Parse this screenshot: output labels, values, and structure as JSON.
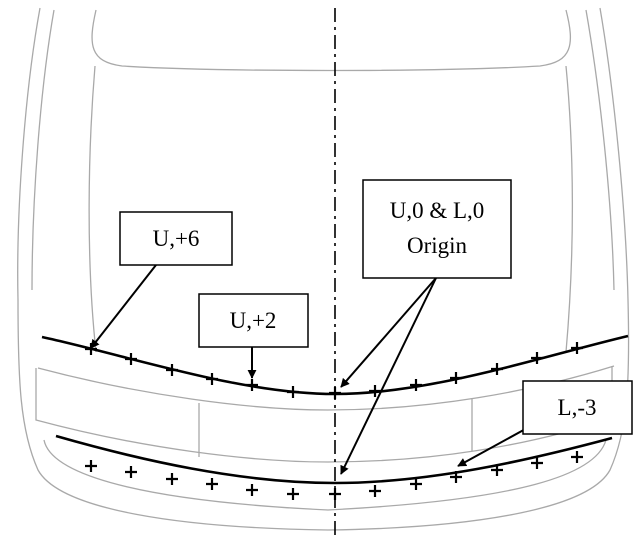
{
  "labels": {
    "u_plus6": "U,+6",
    "u_plus2": "U,+2",
    "origin_line1": "U,0 & L,0",
    "origin_line2": "Origin",
    "l_minus3": "L,-3"
  },
  "colors": {
    "outline": "#a9a9a9",
    "ink": "#000000"
  }
}
